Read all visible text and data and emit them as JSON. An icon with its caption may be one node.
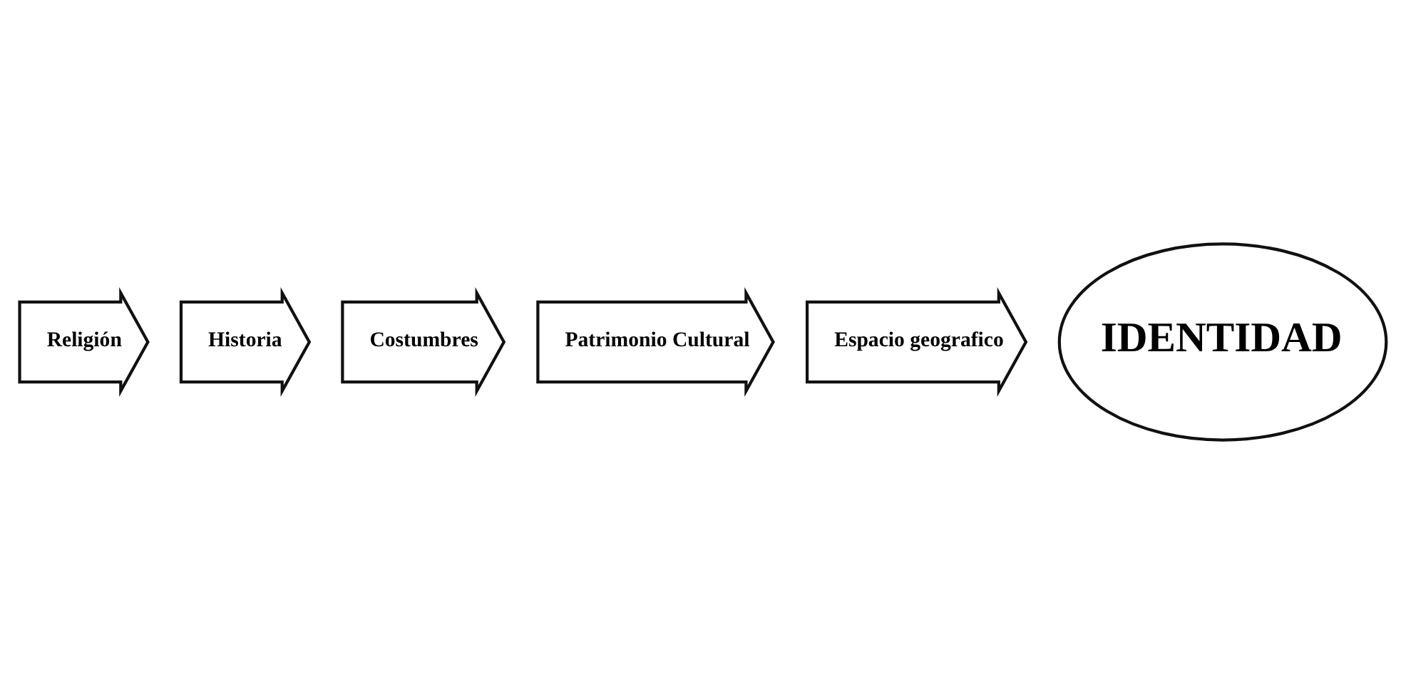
{
  "diagram": {
    "nodes": [
      {
        "text": [
          "Religión"
        ]
      },
      {
        "text": [
          "Historia"
        ]
      },
      {
        "text": [
          "Costumbres"
        ]
      },
      {
        "text": [
          "Patrimonio Cultural"
        ]
      },
      {
        "text": [
          "Espacio geografico"
        ]
      },
      {
        "text": [
          "IDENTIDAD"
        ]
      }
    ]
  }
}
